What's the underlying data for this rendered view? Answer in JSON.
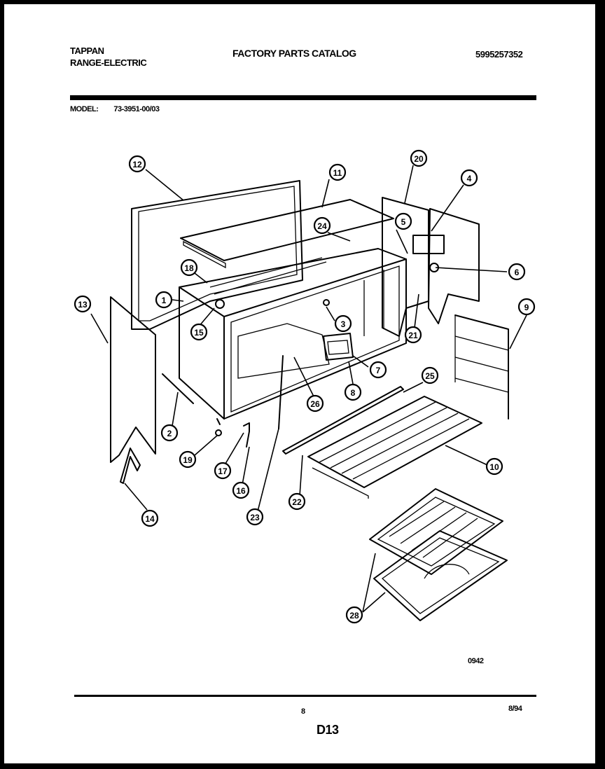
{
  "header": {
    "brand": "TAPPAN",
    "product": "RANGE-ELECTRIC",
    "catalog_title": "FACTORY PARTS CATALOG",
    "catalog_number": "5995257352"
  },
  "model": {
    "label": "MODEL:",
    "value": "73-3951-00/03"
  },
  "footer": {
    "drawing_code": "0942",
    "page_number": "8",
    "date": "8/94",
    "section": "D13"
  },
  "callouts": [
    "12",
    "11",
    "20",
    "4",
    "24",
    "5",
    "6",
    "18",
    "1",
    "15",
    "3",
    "9",
    "13",
    "21",
    "7",
    "8",
    "26",
    "25",
    "2",
    "10",
    "19",
    "17",
    "16",
    "23",
    "22",
    "14",
    "28"
  ]
}
